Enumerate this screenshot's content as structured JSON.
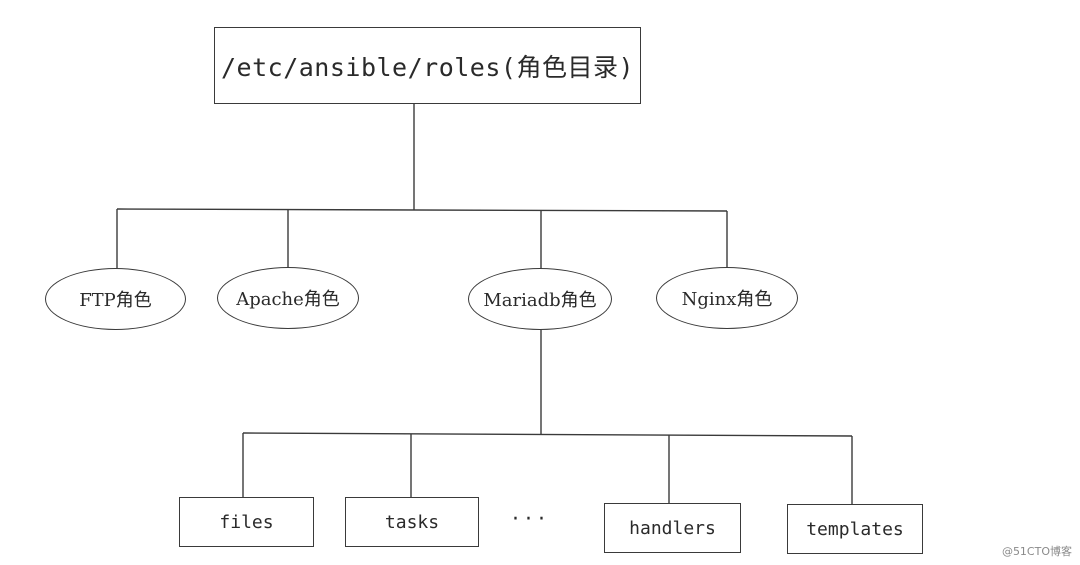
{
  "root": {
    "label": "/etc/ansible/roles(角色目录)"
  },
  "roles": [
    {
      "id": "ftp",
      "label": "FTP角色"
    },
    {
      "id": "apache",
      "label": "Apache角色"
    },
    {
      "id": "mariadb",
      "label": "Mariadb角色"
    },
    {
      "id": "nginx",
      "label": "Nginx角色"
    }
  ],
  "role_dirs": {
    "parent": "Mariadb角色",
    "items": [
      {
        "id": "files",
        "label": "files"
      },
      {
        "id": "tasks",
        "label": "tasks"
      },
      {
        "id": "handlers",
        "label": "handlers"
      },
      {
        "id": "templates",
        "label": "templates"
      }
    ],
    "ellipsis": "···"
  },
  "watermark": "@51CTO博客",
  "colors": {
    "line": "#3a3a3a",
    "text": "#2a2a2a",
    "background": "#ffffff"
  }
}
